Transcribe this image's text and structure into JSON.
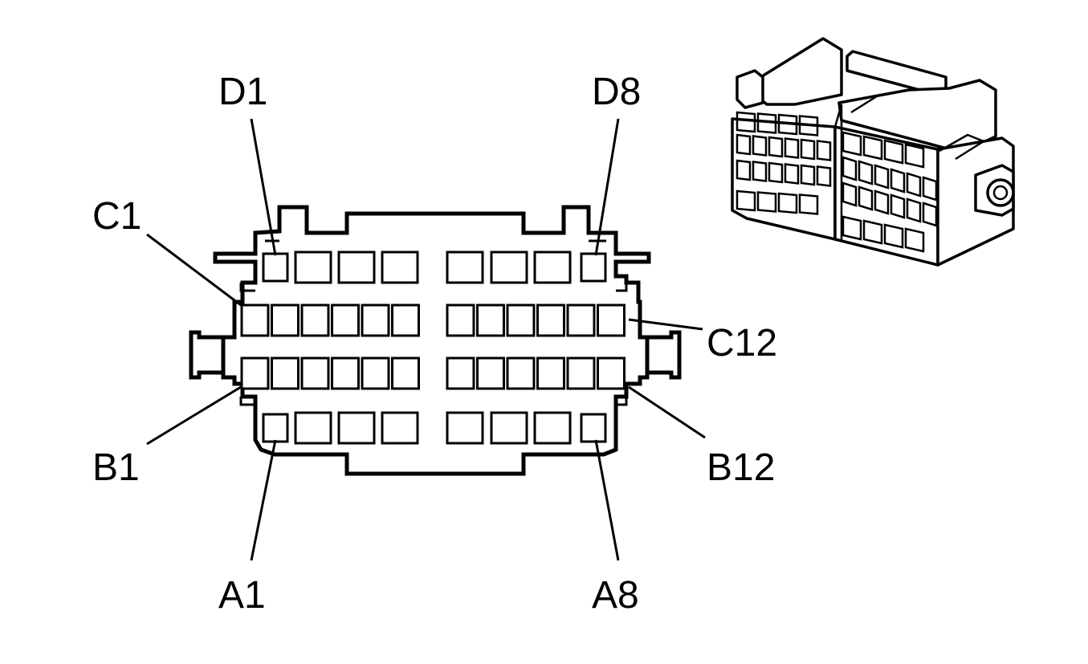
{
  "labels": {
    "d1": "D1",
    "d8": "D8",
    "c1": "C1",
    "c12": "C12",
    "b1": "B1",
    "b12": "B12",
    "a1": "A1",
    "a8": "A8"
  },
  "rows": [
    {
      "name": "D",
      "pins": 8
    },
    {
      "name": "C",
      "pins": 12
    },
    {
      "name": "B",
      "pins": 12
    },
    {
      "name": "A",
      "pins": 8
    }
  ],
  "colors": {
    "line": "#000000",
    "background": "#ffffff"
  }
}
